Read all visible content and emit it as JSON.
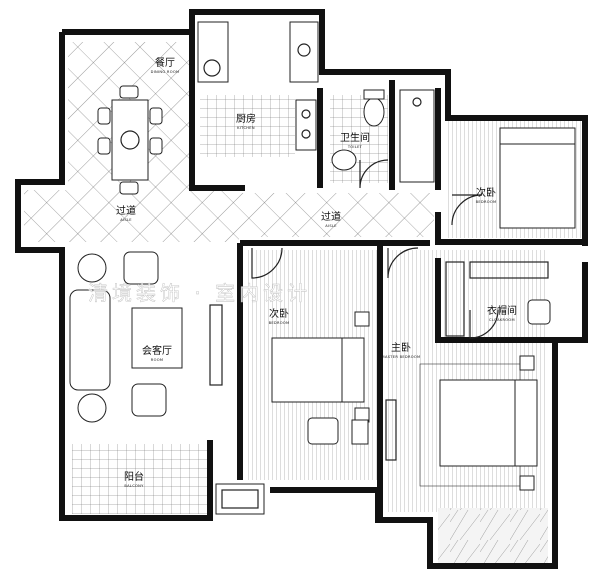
{
  "rooms": {
    "dining": {
      "cn": "餐厅",
      "en": "DINING ROOM"
    },
    "kitchen": {
      "cn": "厨房",
      "en": "KITCHEN"
    },
    "toilet": {
      "cn": "卫生间",
      "en": "TOILET"
    },
    "bedroom_ne": {
      "cn": "次卧",
      "en": "BEDROOM"
    },
    "hall_w": {
      "cn": "过道",
      "en": "AISLE"
    },
    "hall_c": {
      "cn": "过道",
      "en": "AISLE"
    },
    "living": {
      "cn": "会客厅",
      "en": "ROOM"
    },
    "bedroom_c": {
      "cn": "次卧",
      "en": "BEDROOM"
    },
    "master": {
      "cn": "主卧",
      "en": "MASTER BEDROOM"
    },
    "cloak": {
      "cn": "衣帽间",
      "en": "CLOAKROOM"
    },
    "balcony": {
      "cn": "阳台",
      "en": "BALCONY"
    }
  },
  "watermark": "清境装饰 · 室内设计"
}
